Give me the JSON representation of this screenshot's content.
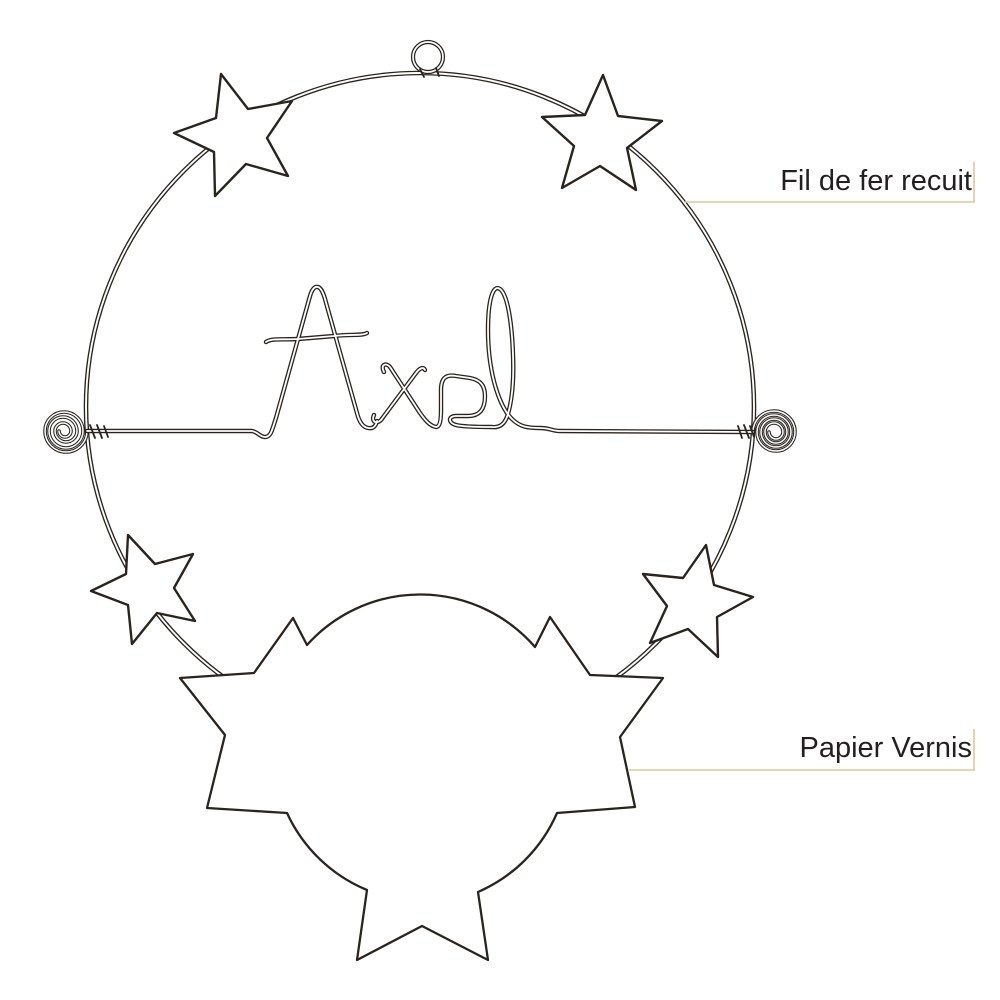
{
  "page": {
    "background_color": "#ffffff"
  },
  "artwork": {
    "kind": "wire name sign diagram",
    "name_text": "Axel",
    "wire_color": "#29241f",
    "callout_line_color": "#dbcaa0",
    "label_text_color": "#231f20",
    "hoop_star_count": "4"
  },
  "callouts": {
    "wire": {
      "label": "Fil de fer recuit"
    },
    "paper": {
      "label": "Papier Vernis"
    }
  }
}
